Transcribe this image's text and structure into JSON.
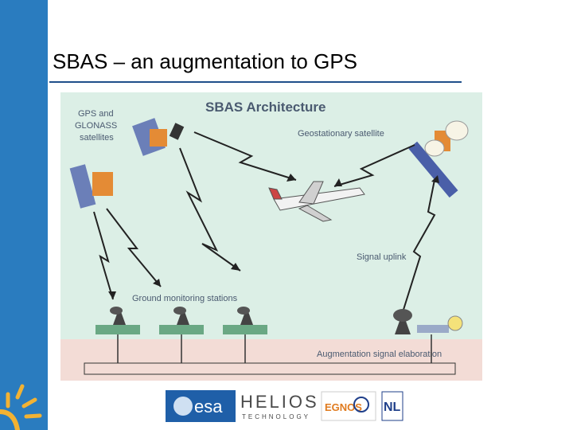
{
  "slide": {
    "title": "SBAS – an augmentation to GPS",
    "accent_color": "#2a7cbf",
    "sun_color": "#f2b233"
  },
  "diagram": {
    "heading": "SBAS Architecture",
    "labels": {
      "gps_line1": "GPS and",
      "gps_line2": "GLONASS",
      "gps_line3": "satellites",
      "geo": "Geostationary satellite",
      "uplink": "Signal uplink",
      "ground": "Ground monitoring stations",
      "augmentation": "Augmentation signal elaboration"
    },
    "sky_color": "#dcefe6",
    "ground_color": "#f3dcd6"
  },
  "logos": {
    "esa": "esa",
    "helios_main": "HELIOS",
    "helios_sub": "TECHNOLOGY",
    "egnos": "EGNOS",
    "nlr": "NL"
  }
}
